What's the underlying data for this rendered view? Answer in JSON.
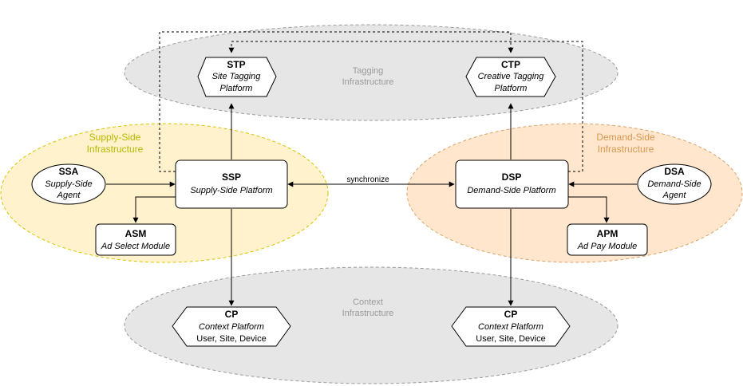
{
  "regions": {
    "tagging": {
      "line1": "Tagging",
      "line2": "Infrastructure"
    },
    "supply": {
      "line1": "Supply-Side",
      "line2": "Infrastructure"
    },
    "demand": {
      "line1": "Demand-Side",
      "line2": "Infrastructure"
    },
    "context": {
      "line1": "Context",
      "line2": "Infrastructure"
    }
  },
  "nodes": {
    "stp": {
      "abbr": "STP",
      "line1": "Site Tagging",
      "line2": "Platform"
    },
    "ctp": {
      "abbr": "CTP",
      "line1": "Creative Tagging",
      "line2": "Platform"
    },
    "ssa": {
      "abbr": "SSA",
      "line1": "Supply-Side",
      "line2": "Agent"
    },
    "ssp": {
      "abbr": "SSP",
      "line1": "Supply-Side Platform"
    },
    "asm": {
      "abbr": "ASM",
      "line1": "Ad Select Module"
    },
    "dsp": {
      "abbr": "DSP",
      "line1": "Demand-Side Platform"
    },
    "dsa": {
      "abbr": "DSA",
      "line1": "Demand-Side",
      "line2": "Agent"
    },
    "apm": {
      "abbr": "APM",
      "line1": "Ad Pay Module"
    },
    "cp_left": {
      "abbr": "CP",
      "line1": "Context Platform",
      "line2": "User, Site, Device"
    },
    "cp_right": {
      "abbr": "CP",
      "line1": "Context Platform",
      "line2": "User, Site, Device"
    }
  },
  "edges": {
    "ssp_dsp_label": "synchronize"
  },
  "colors": {
    "tagging_fill": "#e6e6e6",
    "supply_fill": "#fff2cc",
    "supply_stroke": "#d6c400",
    "demand_fill": "#ffe6cc",
    "demand_stroke": "#d9a46b",
    "region_stroke": "#9a9a9a"
  }
}
